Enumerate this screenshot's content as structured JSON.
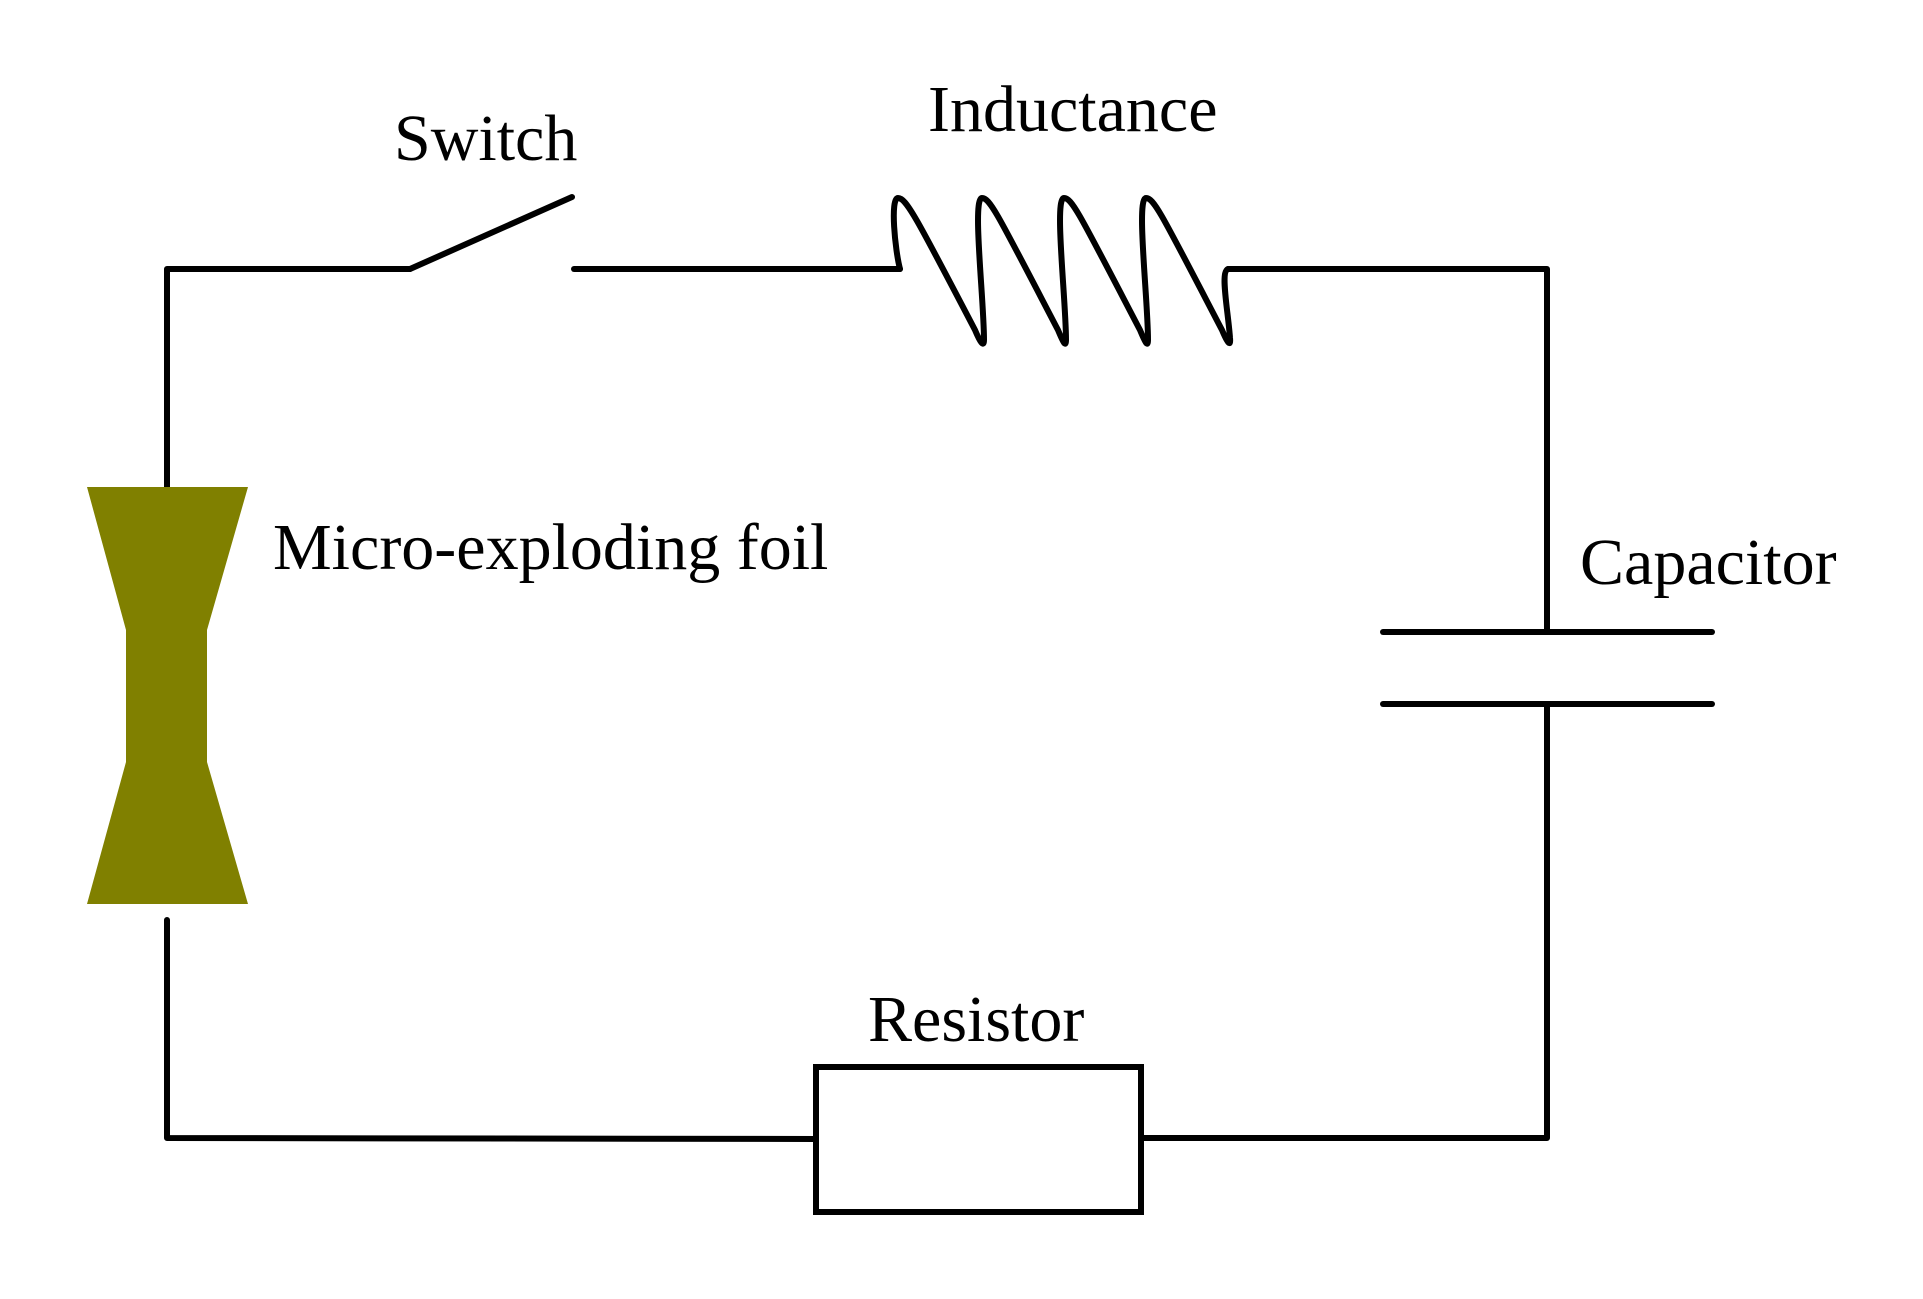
{
  "diagram": {
    "type": "circuit-schematic",
    "colors": {
      "wire": "#000000",
      "foil": "#808000",
      "background": "#ffffff"
    },
    "components": [
      {
        "id": "switch",
        "kind": "switch",
        "state": "open",
        "label": "Switch"
      },
      {
        "id": "inductance",
        "kind": "inductor",
        "turns": 4,
        "label": "Inductance"
      },
      {
        "id": "capacitor",
        "kind": "capacitor",
        "label": "Capacitor"
      },
      {
        "id": "resistor",
        "kind": "resistor",
        "label": "Resistor"
      },
      {
        "id": "foil",
        "kind": "micro-exploding-foil",
        "label": "Micro-exploding foil"
      }
    ],
    "connections": [
      [
        "foil",
        "switch"
      ],
      [
        "switch",
        "inductance"
      ],
      [
        "inductance",
        "capacitor"
      ],
      [
        "capacitor",
        "resistor"
      ],
      [
        "resistor",
        "foil"
      ]
    ]
  },
  "labels": {
    "switch": "Switch",
    "inductance": "Inductance",
    "capacitor": "Capacitor",
    "resistor": "Resistor",
    "foil": "Micro-exploding foil"
  }
}
